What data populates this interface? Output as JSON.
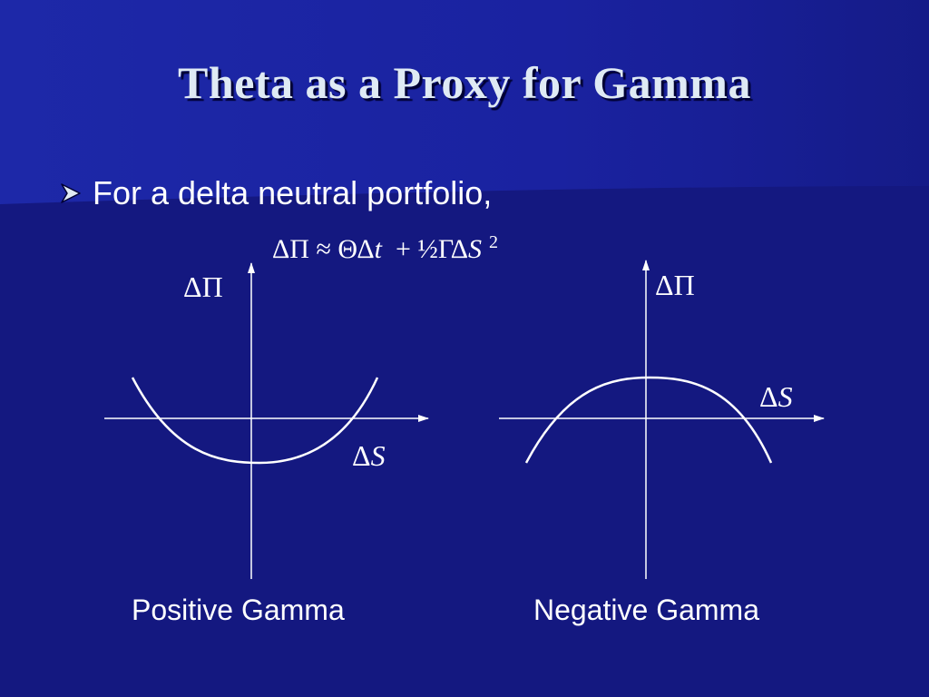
{
  "slide": {
    "title": "Theta as a Proxy for Gamma",
    "bullet_text": "For a delta neutral portfolio,",
    "formula": {
      "left": "ΔΠ ≈ ΘΔ",
      "t_var": "t",
      "middle": "  + ½ΓΔ",
      "s_var": "S",
      "exponent": "2"
    }
  },
  "diagrams": {
    "positive": {
      "y_label": "ΔΠ",
      "x_label_delta": "Δ",
      "x_label_var": "S",
      "caption": "Positive Gamma",
      "curve_shape": "convex"
    },
    "negative": {
      "y_label": "ΔΠ",
      "x_label_delta": "Δ",
      "x_label_var": "S",
      "caption": "Negative Gamma",
      "curve_shape": "concave"
    }
  },
  "colors": {
    "background": "#141880",
    "title_text": "#dfeaf4",
    "text": "#ffffff",
    "lines": "#ffffff"
  }
}
